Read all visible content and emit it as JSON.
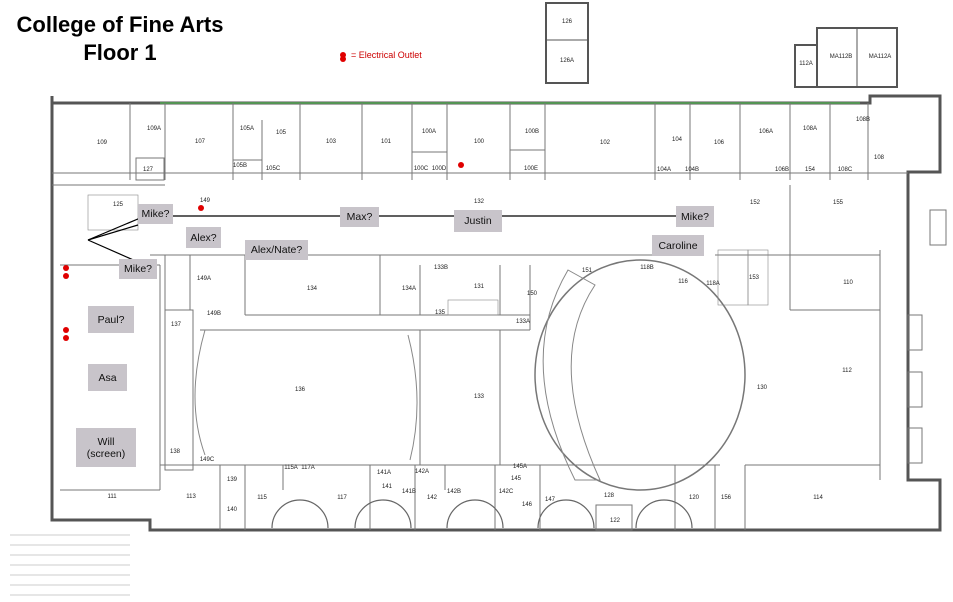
{
  "title": {
    "line1": "College of Fine Arts",
    "line2": "Floor 1"
  },
  "legend": {
    "marker": "•",
    "text": "= Electrical Outlet"
  },
  "colors": {
    "wall": "#555555",
    "thin_wall": "#888888",
    "window": "#55aa55",
    "door": "#3399cc",
    "tag_bg": "#c8c4ca",
    "outlet": "#e00000",
    "cable": "#000000"
  },
  "rooms": [
    "126",
    "126A",
    "112A",
    "MA112B",
    "MA112A",
    "109",
    "109A",
    "107",
    "105A",
    "105",
    "105B",
    "105C",
    "103",
    "101",
    "100A",
    "100",
    "100C",
    "100D",
    "100B",
    "100E",
    "102",
    "104",
    "104A",
    "104B",
    "106",
    "106A",
    "106B",
    "108A",
    "108B",
    "108",
    "108C",
    "154",
    "127",
    "125",
    "149",
    "152",
    "155",
    "132",
    "133B",
    "131",
    "134",
    "134A",
    "135",
    "133A",
    "150",
    "151",
    "118B",
    "116",
    "118A",
    "153",
    "110",
    "149A",
    "149B",
    "137",
    "136",
    "133",
    "130",
    "112",
    "138",
    "149C",
    "139",
    "140",
    "111",
    "113",
    "115",
    "115A",
    "117A",
    "117",
    "141A",
    "141",
    "141B",
    "142A",
    "142",
    "142B",
    "142C",
    "145A",
    "145",
    "146",
    "147",
    "128",
    "122",
    "120",
    "156",
    "114"
  ],
  "people": [
    "Mike?",
    "Max?",
    "Justin",
    "Mike?",
    "Alex?",
    "Alex/Nate?",
    "Caroline",
    "Mike?",
    "Paul?",
    "Asa",
    "Will\n(screen)"
  ]
}
